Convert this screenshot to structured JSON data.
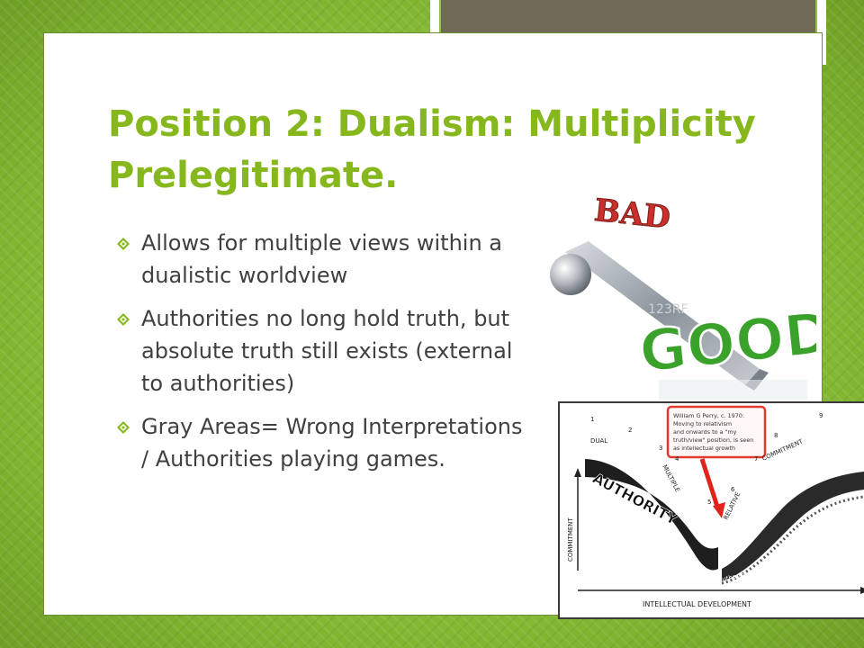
{
  "slide": {
    "title_line1": "Position 2: Dualism: Multiplicity",
    "title_line2": "Prelegitimate.",
    "bullets": [
      {
        "text": "Allows for multiple views within a dualistic worldview"
      },
      {
        "text": "Authorities no long hold truth, but absolute truth still exists (external to authorities)"
      },
      {
        "text": "Gray Areas=  Wrong Interpretations / Authorities playing games."
      }
    ]
  },
  "image_bad_good": {
    "top_word": "BAD",
    "bottom_word": "GOOD",
    "watermark": "123RF"
  },
  "image_perry": {
    "annotation_lines": [
      "William G Perry, c. 1970:",
      "Moving to relativism",
      "and onwards to a \"my",
      "truth/view\" position, is seen",
      "as intellectual growth"
    ],
    "y_axis_label": "COMMITMENT",
    "x_axis_label": "INTELLECTUAL DEVELOPMENT",
    "band_label": "AUTHORITY",
    "lower_label": "authority",
    "stage_labels": {
      "dual": "DUAL",
      "multiple": "MULTIPLE",
      "relative": "RELATIVE",
      "commitment": "COMMITMENT"
    },
    "stage_numbers": [
      "1",
      "2",
      "3",
      "4",
      "5",
      "6",
      "7",
      "8",
      "9"
    ],
    "colors": {
      "annotation_border": "#e23b2e",
      "arrow": "#e0241b"
    }
  },
  "theme": {
    "title_color": "#86b81e",
    "bullet_color": "#86b81e",
    "text_color": "#404040"
  }
}
